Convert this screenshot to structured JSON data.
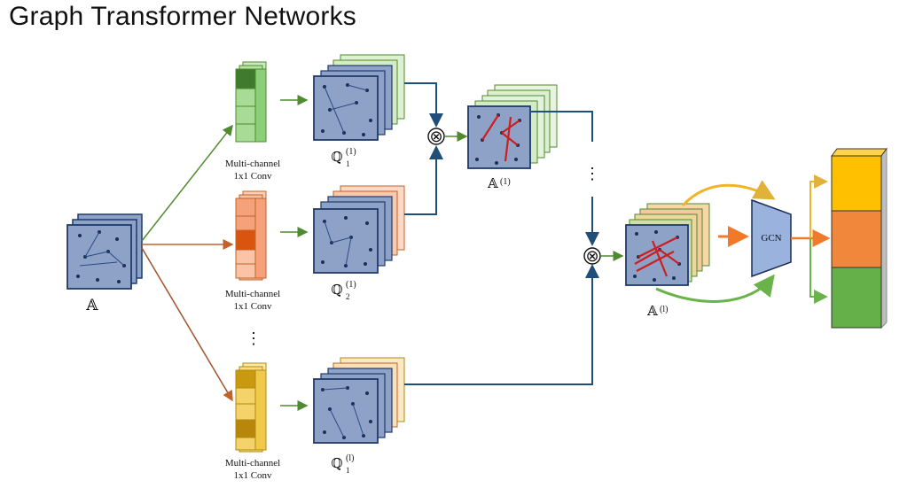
{
  "title": "Graph Transformer Networks",
  "colors": {
    "graph_face": "#8ea2c7",
    "graph_edge": "#1f3a6b",
    "node": "#1b2e57",
    "edge_highlight": "#cc1f1f",
    "green_dark": "#3f7a2e",
    "green_mid": "#8ccf7a",
    "green_light": "#c9ebbd",
    "orange_dark": "#d9550f",
    "orange_mid": "#f5a27a",
    "orange_light": "#fbd0b8",
    "yellow_dark": "#c99a10",
    "yellow_mid": "#f5d36b",
    "yellow_light": "#fbe9a8",
    "out_yellow": "#ffc000",
    "out_orange": "#f0873a",
    "out_green": "#66b04a",
    "gcn_face": "#9ab3de",
    "arrow_blue": "#1f4e79",
    "arrow_green": "#4f8a2e",
    "arrow_orange": "#c0632a"
  },
  "labels": {
    "input": "𝔸",
    "conv1_line1": "Multi-channel",
    "conv1_line2": "1x1 Conv",
    "conv2_line1": "Multi-channel",
    "conv2_line2": "1x1 Conv",
    "conv3_line1": "Multi-channel",
    "conv3_line2": "1x1 Conv",
    "q1": "ℚ",
    "q1_sub": "1",
    "q1_sup": "(1)",
    "q2": "ℚ",
    "q2_sub": "2",
    "q2_sup": "(1)",
    "q3": "ℚ",
    "q3_sub": "1",
    "q3_sup": "(l)",
    "a1": "𝔸",
    "a1_sup": "(1)",
    "al": "𝔸",
    "al_sup": "(l)",
    "gcn": "GCN",
    "ellipsis_vertical": "⋮",
    "otimes": "⊗"
  }
}
